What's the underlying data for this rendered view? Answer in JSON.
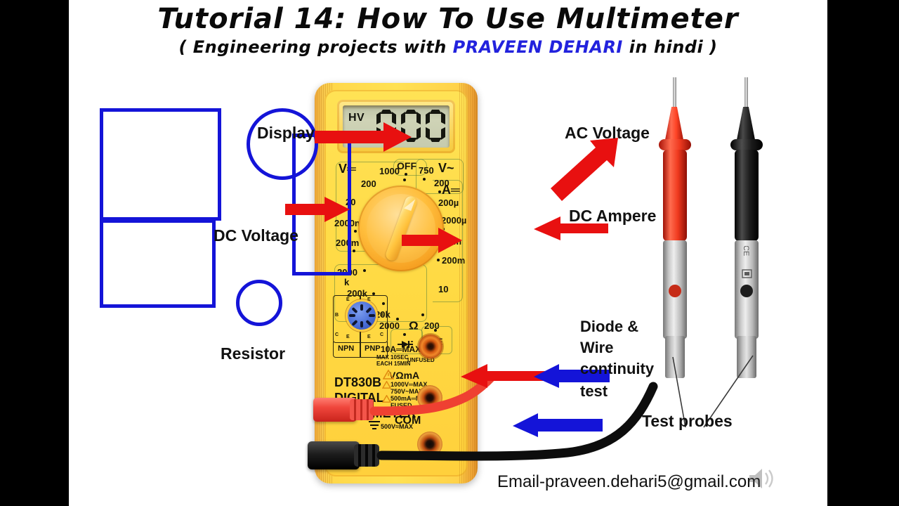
{
  "title": {
    "main": "Tutorial 14: How To Use Multimeter",
    "sub_pre": "( Engineering projects with ",
    "sub_highlight": "PRAVEEN DEHARI",
    "sub_post": " in hindi )",
    "highlight_color": "#2222dd"
  },
  "footer": {
    "email": "Email-praveen.dehari5@gmail.com"
  },
  "display": {
    "indicator": "HV",
    "value": "000",
    "digits": [
      "0",
      "0",
      "0"
    ]
  },
  "device": {
    "model": "DT830B",
    "line2": "DIGITAL",
    "line3": "MULTIMETER",
    "off_label": "OFF",
    "hfe_label": "hFE",
    "ohm_symbol": "Ω",
    "dc_voltage_symbol": "V═",
    "ac_voltage_symbol": "V~",
    "dc_current_symbol": "A═",
    "dcv_ranges": [
      "1000",
      "200",
      "20",
      "2000m",
      "200m"
    ],
    "acv_ranges": [
      "750",
      "200"
    ],
    "dca_ranges": [
      "200µ",
      "2000µ",
      "20m",
      "200m",
      "10"
    ],
    "res_ranges": [
      "2000 k",
      "200k",
      "20k",
      "2000",
      "200"
    ],
    "transistor": {
      "pins_top": [
        "E",
        "B",
        "E",
        "B"
      ],
      "pins_bottom": [
        "C",
        "C",
        "E",
        "E"
      ],
      "npn": "NPN",
      "pnp": "PNP"
    },
    "jacks": {
      "ten_amp": "10A═MAX",
      "ten_amp_note1": "MAX 10SEC",
      "ten_amp_note2": "EACH 15MIN",
      "ten_amp_note3": "UNFUSED",
      "vomma": "VΩmA",
      "warn1": "1000V═MAX",
      "warn2": "750V~MAX",
      "warn3": "500mA═MAX",
      "warn4": "FUSED",
      "com": "COM",
      "com_warn": "500V≈MAX"
    },
    "body_color": "#ffd94a",
    "dial_color": "#ffbe3c",
    "lcd_color": "#c6cbae"
  },
  "annotations": {
    "display": "Display",
    "dc_voltage": "DC Voltage",
    "ac_voltage": "AC Voltage",
    "dc_ampere": "DC Ampere",
    "resistor": "Resistor",
    "diode_line1": "Diode &",
    "diode_line2": "Wire",
    "diode_line3": "continuity",
    "diode_line4": "test",
    "test_probes": "Test probes",
    "marker_color": "#1414d8",
    "arrow_color": "#e81010"
  }
}
